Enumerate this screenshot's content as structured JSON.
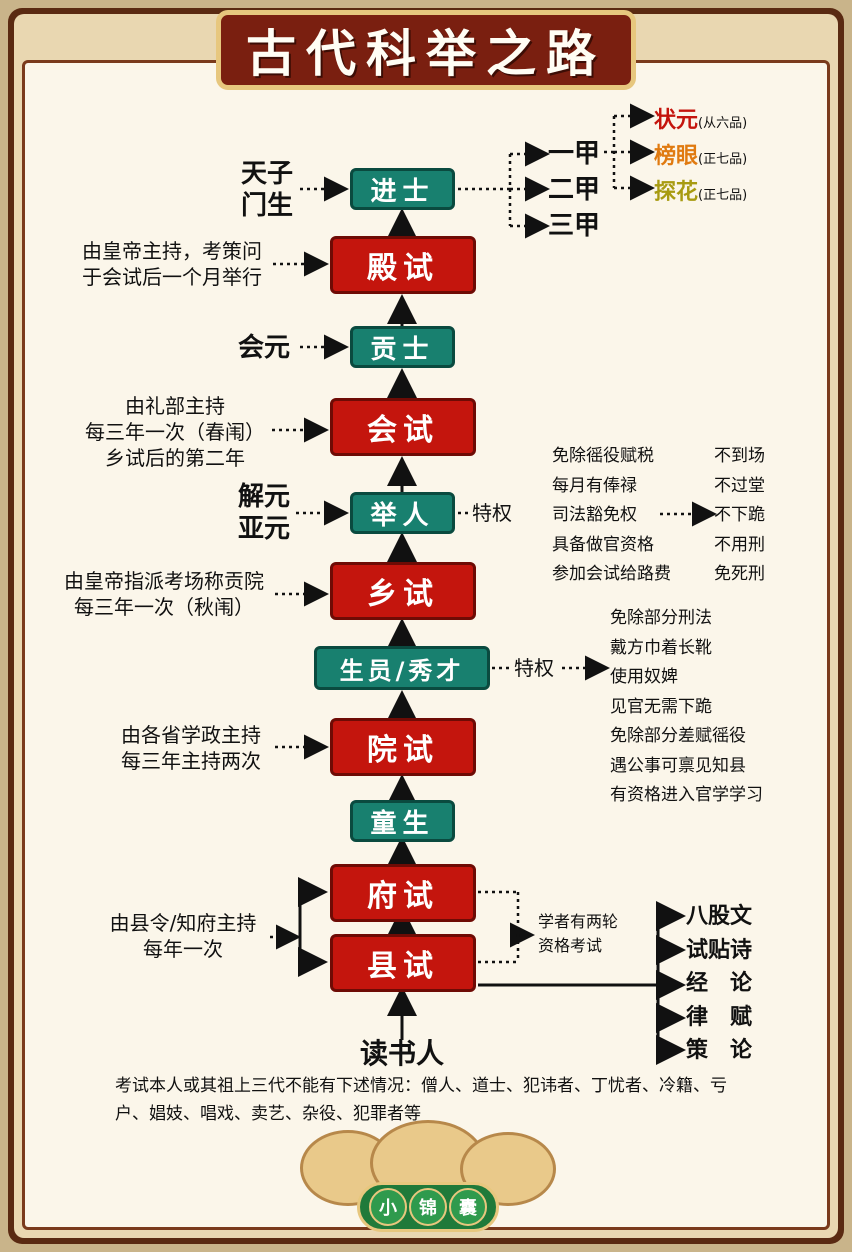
{
  "title": "古代科举之路",
  "badge": [
    "小",
    "锦",
    "囊"
  ],
  "nodes": {
    "jinshi": "进士",
    "dianshi": "殿试",
    "gongshi": "贡士",
    "huishi": "会试",
    "juren": "举人",
    "xiangshi": "乡试",
    "shengyuan": "生员/秀才",
    "yuanshi": "院试",
    "tongsheng": "童生",
    "fushi": "府试",
    "xianshi": "县试"
  },
  "labels": {
    "tianzi": [
      "天子",
      "门生"
    ],
    "dianshi_note": [
      "由皇帝主持，考策问",
      "于会试后一个月举行"
    ],
    "huiyuan": "会元",
    "huishi_note": [
      "由礼部主持",
      "每三年一次（春闱）",
      "乡试后的第二年"
    ],
    "jieyuan": [
      "解元",
      "亚元"
    ],
    "xiangshi_note": [
      "由皇帝指派考场称贡院",
      "每三年一次（秋闱）"
    ],
    "yuanshi_note": [
      "由各省学政主持",
      "每三年主持两次"
    ],
    "fushi_note": [
      "由县令/知府主持",
      "每年一次"
    ],
    "dushuren": "读书人",
    "tequan1": "特权",
    "tequan2": "特权",
    "two_rounds": [
      "学者有两轮",
      "资格考试"
    ]
  },
  "jia": [
    "一甲",
    "二甲",
    "三甲"
  ],
  "ranks": [
    {
      "name": "状元",
      "grade": "(从六品)",
      "color": "#c4150d"
    },
    {
      "name": "榜眼",
      "grade": "(正七品)",
      "color": "#e07a10"
    },
    {
      "name": "探花",
      "grade": "(正七品)",
      "color": "#a89b12"
    }
  ],
  "juren_privileges": [
    "免除徭役赋税",
    "每月有俸禄",
    "司法豁免权",
    "具备做官资格",
    "参加会试给路费"
  ],
  "juren_exemptions": [
    "不到场",
    "不过堂",
    "不下跪",
    "不用刑",
    "免死刑"
  ],
  "shengyuan_privileges": [
    "免除部分刑法",
    "戴方巾着长靴",
    "使用奴婢",
    "见官无需下跪",
    "免除部分差赋徭役",
    "遇公事可禀见知县",
    "有资格进入官学学习"
  ],
  "subjects": [
    "八股文",
    "试贴诗",
    "经　论",
    "律　赋",
    "策　论"
  ],
  "restriction_note": "考试本人或其祖上三代不能有下述情况：僧人、道士、犯讳者、丁忧者、冷籍、亏户、娼妓、唱戏、卖艺、杂役、犯罪者等",
  "colors": {
    "teal": "#18806f",
    "red": "#c4150d",
    "frame": "#5a2a12"
  }
}
